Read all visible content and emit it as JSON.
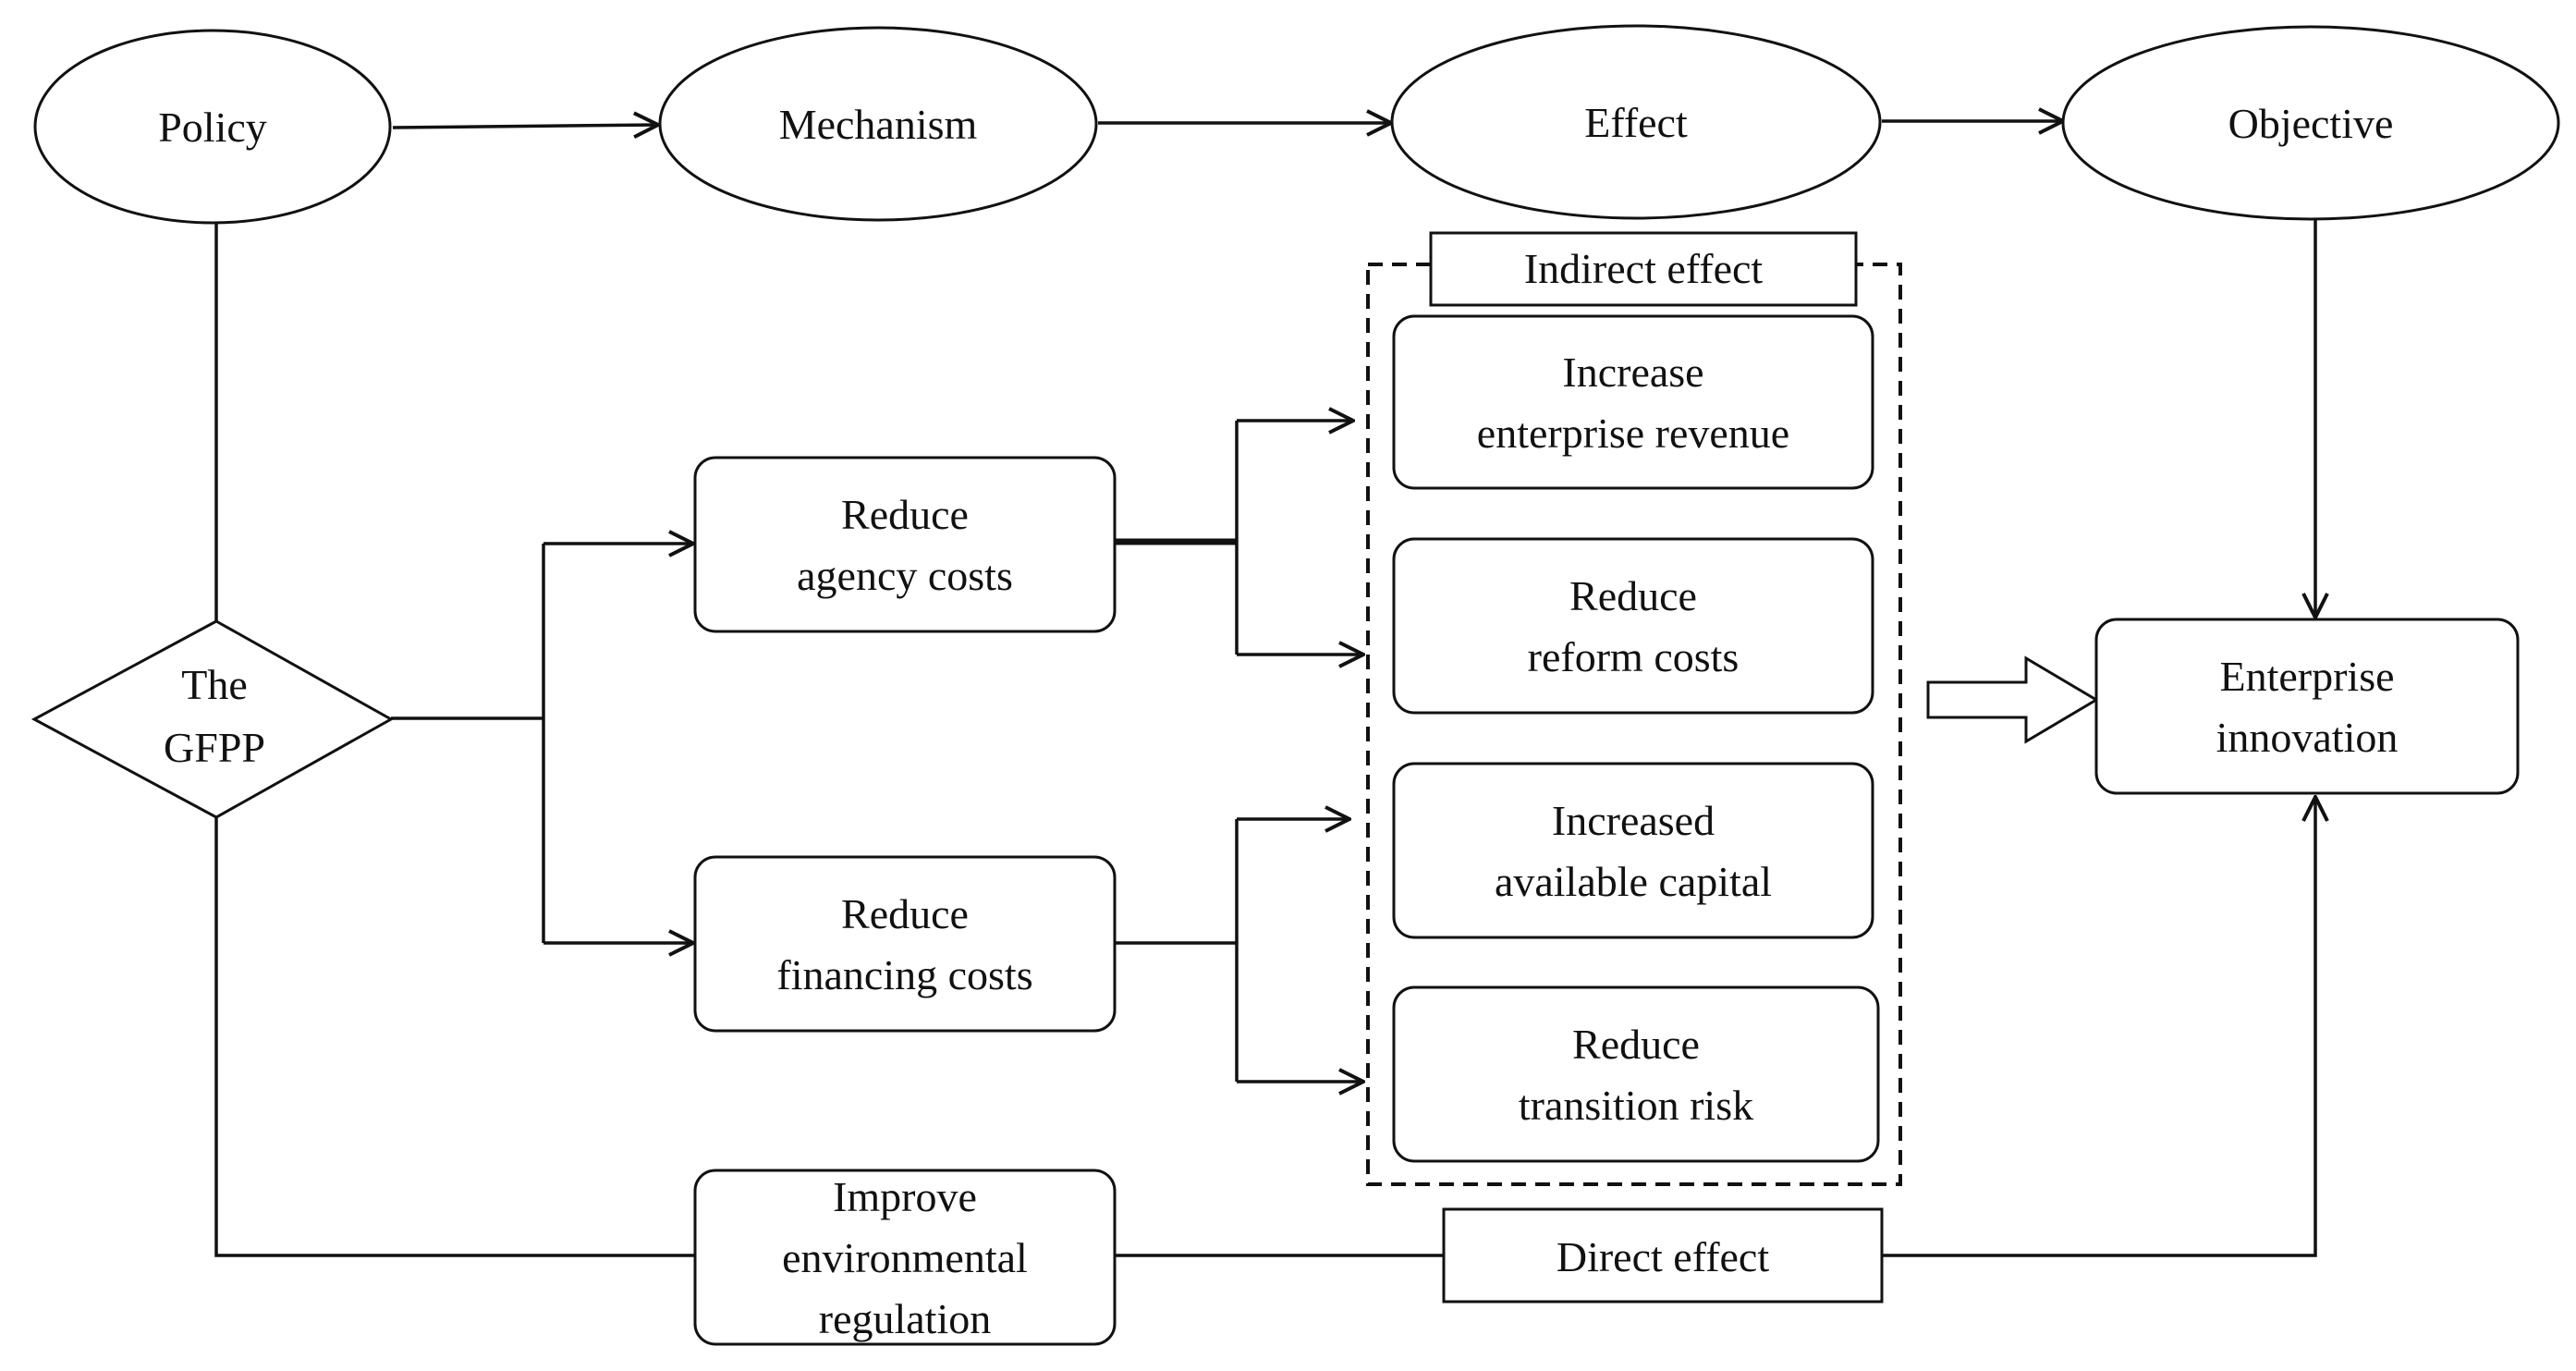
{
  "header": {
    "policy": "Policy",
    "mechanism": "Mechanism",
    "effect": "Effect",
    "objective": "Objective"
  },
  "policy_node": {
    "line1": "The",
    "line2": "GFPP"
  },
  "mechanisms": {
    "agency": {
      "line1": "Reduce",
      "line2": "agency costs"
    },
    "financing": {
      "line1": "Reduce",
      "line2": "financing costs"
    },
    "environmental": {
      "line1": "Improve",
      "line2": "environmental",
      "line3": "regulation"
    }
  },
  "indirect_effect": {
    "title": "Indirect effect",
    "items": [
      {
        "line1": "Increase",
        "line2": "enterprise revenue"
      },
      {
        "line1": "Reduce",
        "line2": "reform costs"
      },
      {
        "line1": "Increased",
        "line2": "available capital"
      },
      {
        "line1": "Reduce",
        "line2": "transition risk"
      }
    ]
  },
  "direct_effect": {
    "label": "Direct effect"
  },
  "objective_node": {
    "line1": "Enterprise",
    "line2": "innovation"
  },
  "colors": {
    "stroke": "#111111",
    "background": "#ffffff"
  }
}
